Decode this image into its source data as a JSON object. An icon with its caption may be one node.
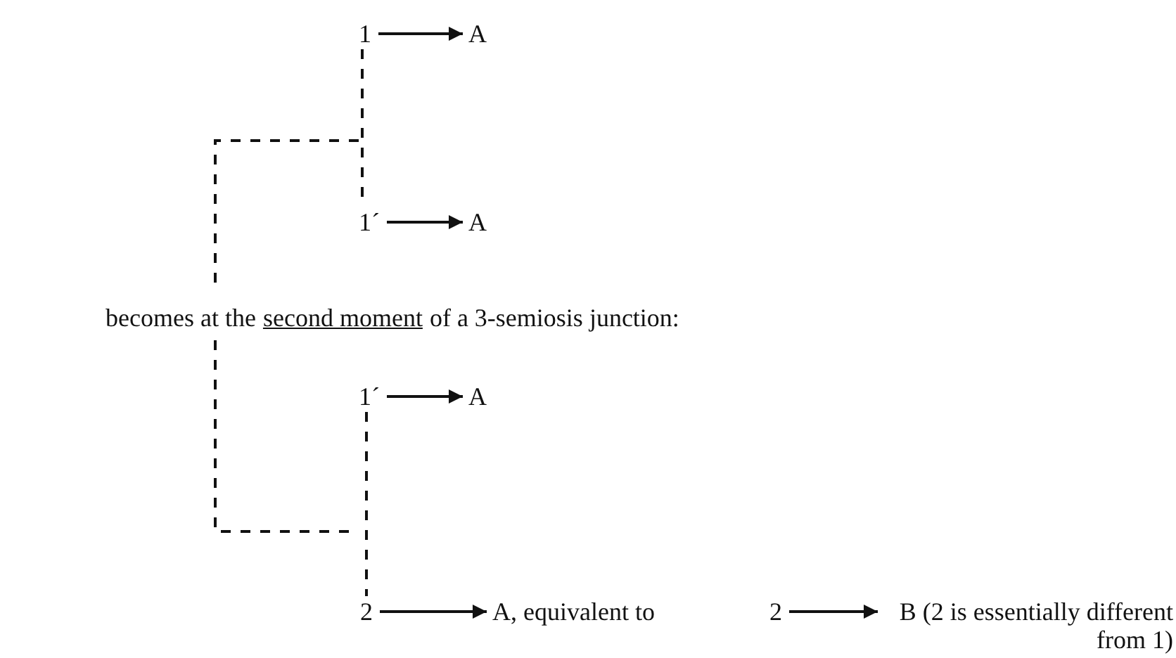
{
  "diagram": {
    "nodes": [
      {
        "text": [
          "1"
        ]
      },
      {
        "text": [
          "A"
        ]
      },
      {
        "text": [
          "1´"
        ]
      },
      {
        "text": [
          "A"
        ]
      },
      {
        "text": [
          "1´"
        ]
      },
      {
        "text": [
          "A"
        ]
      },
      {
        "text": [
          "2"
        ]
      },
      {
        "text": [
          "A, equivalent to"
        ]
      },
      {
        "text": [
          "2"
        ]
      },
      {
        "text": [
          "B (2 is essentially different from 1)"
        ]
      }
    ],
    "edges": [
      {
        "from": 0,
        "to": 1,
        "arrow": "to"
      },
      {
        "from": 0,
        "to": 2,
        "arrow": "none",
        "style": "dashed"
      },
      {
        "from": 2,
        "to": 3,
        "arrow": "to"
      },
      {
        "from": 4,
        "to": 5,
        "arrow": "to"
      },
      {
        "from": 4,
        "to": 6,
        "arrow": "none",
        "style": "dashed"
      },
      {
        "from": 6,
        "to": 7,
        "arrow": "to"
      },
      {
        "from": 8,
        "to": 9,
        "arrow": "to"
      }
    ],
    "labels": [
      "becomes at the",
      "second moment",
      "of a 3-semiosis junction:"
    ]
  }
}
